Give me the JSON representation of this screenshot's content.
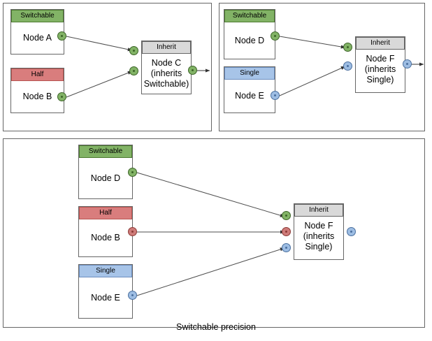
{
  "diagram": {
    "caption": "Switchable precision",
    "colors": {
      "switchable": "#82b366",
      "half": "#d97d7d",
      "single": "#a7c4e8",
      "inherit": "#d9d9d9",
      "panel_border": "#666666",
      "edge": "#4d4d4d"
    },
    "panels": [
      {
        "id": "panel-top-left",
        "nodes": [
          {
            "id": "node-a",
            "header": "Switchable",
            "body": "Node A",
            "port": "green"
          },
          {
            "id": "node-b",
            "header": "Half",
            "body": "Node B",
            "port": "green"
          },
          {
            "id": "node-c",
            "header": "Inherit",
            "body": "Node C\n(inherits\nSwitchable)",
            "port": "green"
          }
        ]
      },
      {
        "id": "panel-top-right",
        "nodes": [
          {
            "id": "node-d",
            "header": "Switchable",
            "body": "Node D",
            "port": "green"
          },
          {
            "id": "node-e",
            "header": "Single",
            "body": "Node E",
            "port": "blue"
          },
          {
            "id": "node-f",
            "header": "Inherit",
            "body": "Node F\n(inherits\nSingle)",
            "port": "blue"
          }
        ]
      },
      {
        "id": "panel-bottom",
        "nodes": [
          {
            "id": "node-d2",
            "header": "Switchable",
            "body": "Node D",
            "port": "green"
          },
          {
            "id": "node-b2",
            "header": "Half",
            "body": "Node B",
            "port": "red"
          },
          {
            "id": "node-e2",
            "header": "Single",
            "body": "Node E",
            "port": "blue"
          },
          {
            "id": "node-f2",
            "header": "Inherit",
            "body": "Node F\n(inherits\nSingle)",
            "port": "blue"
          }
        ]
      }
    ]
  }
}
